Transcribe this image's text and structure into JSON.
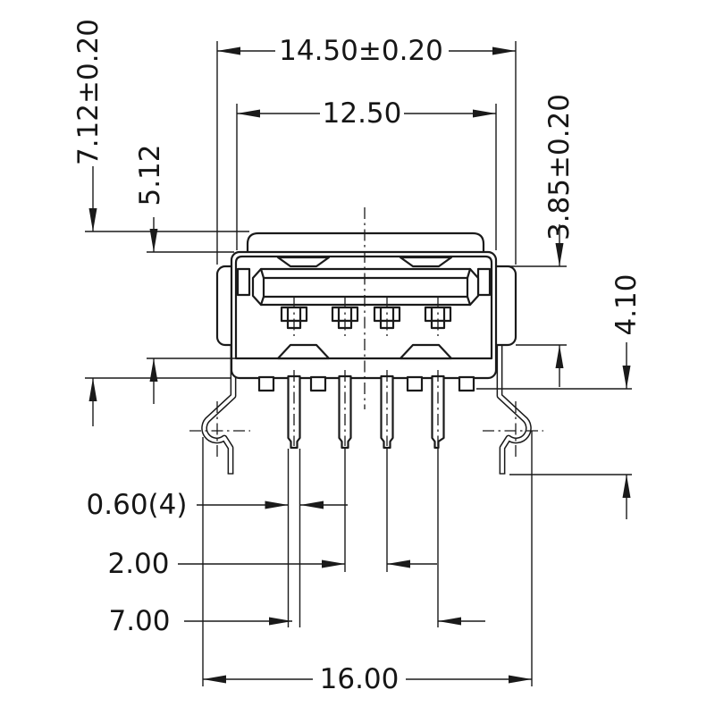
{
  "drawing": {
    "type": "technical-drawing",
    "subject": "USB Type-A receptacle, front view",
    "colors": {
      "line": "#1a1a1a",
      "background": "#ffffff"
    },
    "dimensions": {
      "overall_width": {
        "label": "14.50±0.20",
        "orientation": "horizontal"
      },
      "opening_width": {
        "label": "12.50",
        "orientation": "horizontal"
      },
      "overall_height": {
        "label": "7.12±0.20",
        "orientation": "vertical"
      },
      "opening_height": {
        "label": "5.12",
        "orientation": "vertical"
      },
      "flange_height": {
        "label": "3.85±0.20",
        "orientation": "vertical"
      },
      "leg_below_board": {
        "label": "4.10",
        "orientation": "vertical"
      },
      "pin_width": {
        "label": "0.60(4)",
        "orientation": "horizontal"
      },
      "inner_pin_pitch": {
        "label": "2.00",
        "orientation": "horizontal"
      },
      "outer_pin_span": {
        "label": "7.00",
        "orientation": "horizontal"
      },
      "mount_leg_span": {
        "label": "16.00",
        "orientation": "horizontal"
      }
    }
  }
}
